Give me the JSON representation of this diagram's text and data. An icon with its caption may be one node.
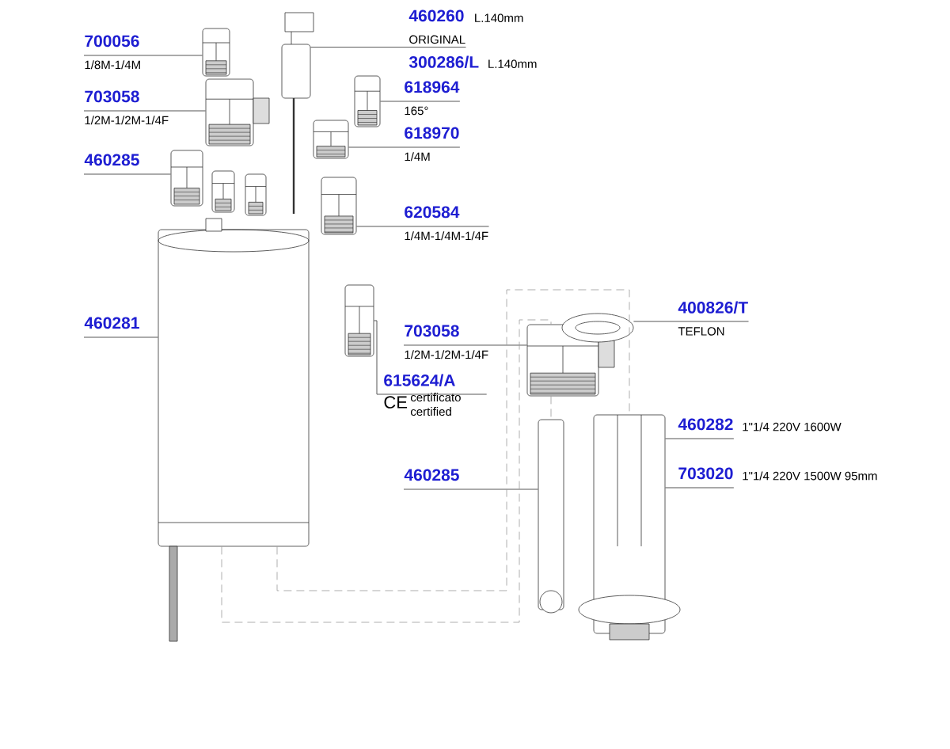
{
  "diagram": {
    "nodes": [
      {
        "text": [
          "460260",
          "ORIGINAL"
        ],
        "beside": [
          "L.140mm"
        ]
      },
      {
        "text": [
          "300286/L"
        ],
        "beside": [
          "L.140mm"
        ]
      },
      {
        "text": [
          "700056",
          "1/8M-1/4M"
        ]
      },
      {
        "text": [
          "703058",
          "1/2M-1/2M-1/4F"
        ]
      },
      {
        "text": [
          "460285"
        ]
      },
      {
        "text": [
          "618964",
          "165°"
        ]
      },
      {
        "text": [
          "618970",
          "1/4M"
        ]
      },
      {
        "text": [
          "620584",
          "1/4M-1/4M-1/4F"
        ]
      },
      {
        "text": [
          "460281"
        ]
      },
      {
        "text": [
          "615624/A",
          "CE",
          "certificato certified"
        ]
      },
      {
        "text": [
          "703058",
          "1/2M-1/2M-1/4F"
        ]
      },
      {
        "text": [
          "400826/T",
          "TEFLON"
        ]
      },
      {
        "text": [
          "460282"
        ],
        "beside": [
          "1\"1/4 220V 1600W"
        ]
      },
      {
        "text": [
          "703020"
        ],
        "beside": [
          "1\"1/4 220V 1500W 95mm"
        ]
      },
      {
        "text": [
          "460285"
        ]
      },
      {
        "text": [],
        "shape": "picture"
      },
      {
        "text": [],
        "shape": "picture"
      },
      {
        "text": [],
        "shape": "picture"
      },
      {
        "text": [],
        "shape": "picture"
      },
      {
        "text": [],
        "shape": "picture"
      },
      {
        "text": [],
        "shape": "picture"
      },
      {
        "text": [],
        "shape": "picture"
      },
      {
        "text": [],
        "shape": "picture"
      },
      {
        "text": [],
        "shape": "picture"
      },
      {
        "text": [],
        "shape": "picture"
      },
      {
        "text": [],
        "shape": "picture"
      },
      {
        "text": [],
        "shape": "picture"
      },
      {
        "text": [],
        "shape": "picture"
      },
      {
        "text": [],
        "shape": "picture"
      },
      {
        "text": [],
        "shape": "picture"
      }
    ],
    "edges": [
      {
        "from": 0,
        "to": 15,
        "arrow": "none"
      },
      {
        "from": 2,
        "to": 16,
        "arrow": "none"
      },
      {
        "from": 3,
        "to": 17,
        "arrow": "none"
      },
      {
        "from": 4,
        "to": 18,
        "arrow": "none"
      },
      {
        "from": 5,
        "to": 21,
        "arrow": "none"
      },
      {
        "from": 6,
        "to": 22,
        "arrow": "none"
      },
      {
        "from": 7,
        "to": 23,
        "arrow": "none"
      },
      {
        "from": 8,
        "to": 24,
        "arrow": "none"
      },
      {
        "from": 9,
        "to": 25,
        "arrow": "none"
      },
      {
        "from": 10,
        "to": 26,
        "arrow": "none"
      },
      {
        "from": 11,
        "to": 27,
        "arrow": "none"
      },
      {
        "from": 12,
        "to": 28,
        "arrow": "none"
      },
      {
        "from": 13,
        "to": 28,
        "arrow": "none"
      },
      {
        "from": 14,
        "to": 29,
        "arrow": "none"
      },
      {
        "from": 24,
        "to": 26,
        "arrow": "none",
        "style": "dashed",
        "color": "#999999"
      },
      {
        "from": 24,
        "to": 28,
        "arrow": "none",
        "style": "dashed",
        "color": "#999999"
      },
      {
        "from": 26,
        "to": 29,
        "arrow": "none",
        "style": "dashed",
        "color": "#999999"
      }
    ]
  }
}
